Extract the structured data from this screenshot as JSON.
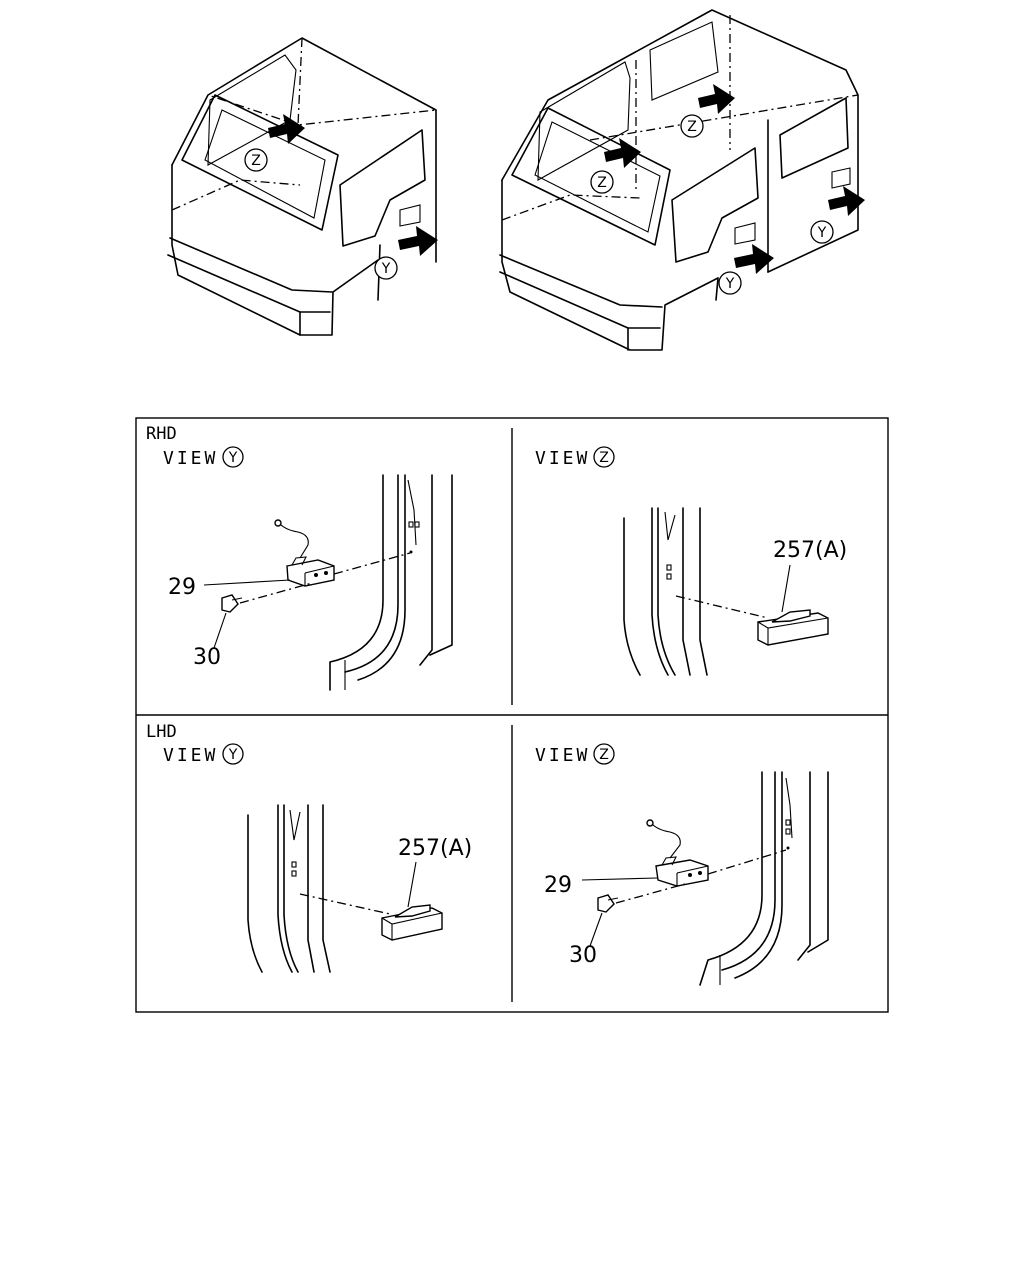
{
  "callouts": {
    "z": "Z",
    "y": "Y"
  },
  "panels": {
    "rhd": {
      "label": "RHD",
      "view_y": {
        "prefix": "VIEW",
        "circle": "Y",
        "parts": [
          "29",
          "30"
        ]
      },
      "view_z": {
        "prefix": "VIEW",
        "circle": "Z",
        "parts": [
          "257(A)"
        ]
      }
    },
    "lhd": {
      "label": "LHD",
      "view_y": {
        "prefix": "VIEW",
        "circle": "Y",
        "parts": [
          "257(A)"
        ]
      },
      "view_z": {
        "prefix": "VIEW",
        "circle": "Z",
        "parts": [
          "29",
          "30"
        ]
      }
    }
  }
}
